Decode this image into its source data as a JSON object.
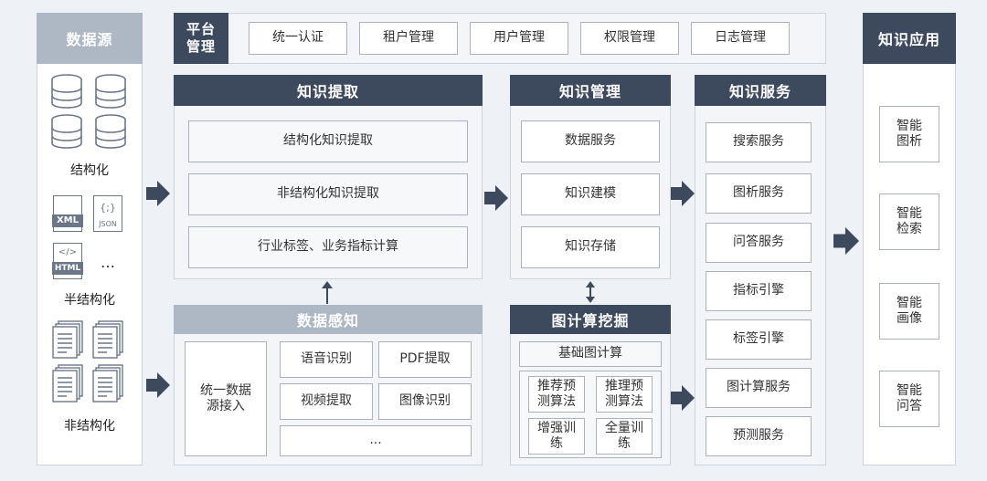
{
  "data_source": {
    "title": "数据源",
    "structured": "结构化",
    "semi_structured": "半结构化",
    "unstructured": "非结构化",
    "file_xml": "XML",
    "file_json": "JSON",
    "file_html": "HTML",
    "more": "…"
  },
  "platform": {
    "title": "平台管理",
    "items": [
      "统一认证",
      "租户管理",
      "用户管理",
      "权限管理",
      "日志管理"
    ]
  },
  "knowledge_extraction": {
    "title": "知识提取",
    "items": [
      "结构化知识提取",
      "非结构化知识提取",
      "行业标签、业务指标计算"
    ]
  },
  "data_perception": {
    "title": "数据感知",
    "access": "统一数据源接入",
    "items": [
      "语音识别",
      "PDF提取",
      "视频提取",
      "图像识别",
      "..."
    ]
  },
  "knowledge_management": {
    "title": "知识管理",
    "items": [
      "数据服务",
      "知识建模",
      "知识存储"
    ]
  },
  "graph_mining": {
    "title": "图计算挖掘",
    "base": "基础图计算",
    "items": [
      "推荐预测算法",
      "推理预测算法",
      "增强训练",
      "全量训练"
    ]
  },
  "knowledge_service": {
    "title": "知识服务",
    "items": [
      "搜索服务",
      "图析服务",
      "问答服务",
      "指标引擎",
      "标签引擎",
      "图计算服务",
      "预测服务"
    ]
  },
  "knowledge_app": {
    "title": "知识应用",
    "items": [
      "智能图析",
      "智能检索",
      "智能画像",
      "智能问答"
    ]
  },
  "colors": {
    "dark_header": "#3d4a5e",
    "light_header": "#aeb7c4",
    "arrow": "#3d4a5e"
  }
}
